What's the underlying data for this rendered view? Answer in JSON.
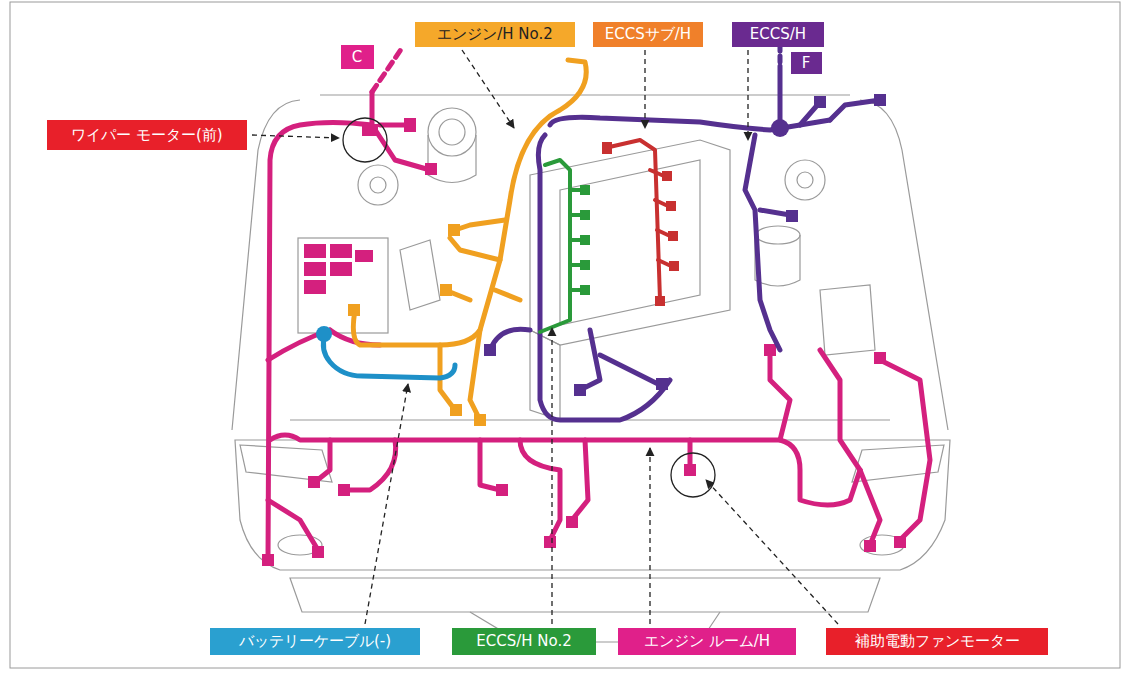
{
  "diagram": {
    "nodes": [
      {
        "text": [
          "C"
        ]
      },
      {
        "text": [
          "エンジン/H No.2"
        ]
      },
      {
        "text": [
          "ECCSサブ/H"
        ]
      },
      {
        "text": [
          "ECCS/H"
        ]
      },
      {
        "text": [
          "F"
        ]
      },
      {
        "text": [
          "ワイパー モーター(前)"
        ]
      },
      {
        "text": [
          "バッテリーケーブル(-)"
        ]
      },
      {
        "text": [
          "ECCS/H No.2"
        ]
      },
      {
        "text": [
          "エンジン ルーム/H"
        ]
      },
      {
        "text": [
          "補助電動ファンモーター"
        ]
      }
    ]
  }
}
